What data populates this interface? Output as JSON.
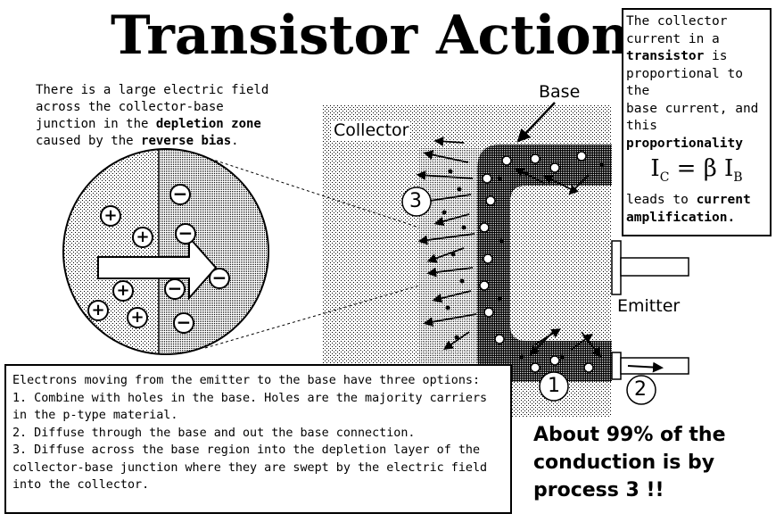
{
  "title": "Transistor Action",
  "intro": {
    "line1": "There is a large electric field",
    "line2": "across the collector-base",
    "line3_pre": "junction in the ",
    "line3_bold": "depletion zone",
    "line4_pre": "caused by the ",
    "line4_bold": "reverse bias",
    "line4_post": "."
  },
  "labels": {
    "base": "Base",
    "collector": "Collector",
    "emitter": "Emitter",
    "process_1": "1",
    "process_2": "2",
    "process_3": "3"
  },
  "sidebox": {
    "t1": "The collector",
    "t2": "current in a",
    "t3_bold": "transistor",
    "t3_post": " is",
    "t4": "proportional to the",
    "t5": "base current, and",
    "t6": "this",
    "t7_bold": "proportionality",
    "formula_ic": "I",
    "formula_ic_sub": "C",
    "formula_eq": " = β I",
    "formula_ib_sub": "B",
    "t8_pre": "leads to ",
    "t8_bold": "current",
    "t9_bold": "amplification."
  },
  "options": {
    "lines": [
      "Electrons moving from the emitter to the base have three options:",
      "1. Combine with holes in the base. Holes are the majority carriers",
      "in the p-type material.",
      "2. Diffuse through the base and out the base connection.",
      "3. Diffuse across the base region into the depletion layer of the",
      "collector-base junction where they are swept by the electric field",
      "into the collector."
    ]
  },
  "conclusion": {
    "line1": "About 99% of the",
    "line2": "conduction is by",
    "line3": "process 3 !!"
  },
  "icons": {
    "negative": "−",
    "positive": "+"
  }
}
